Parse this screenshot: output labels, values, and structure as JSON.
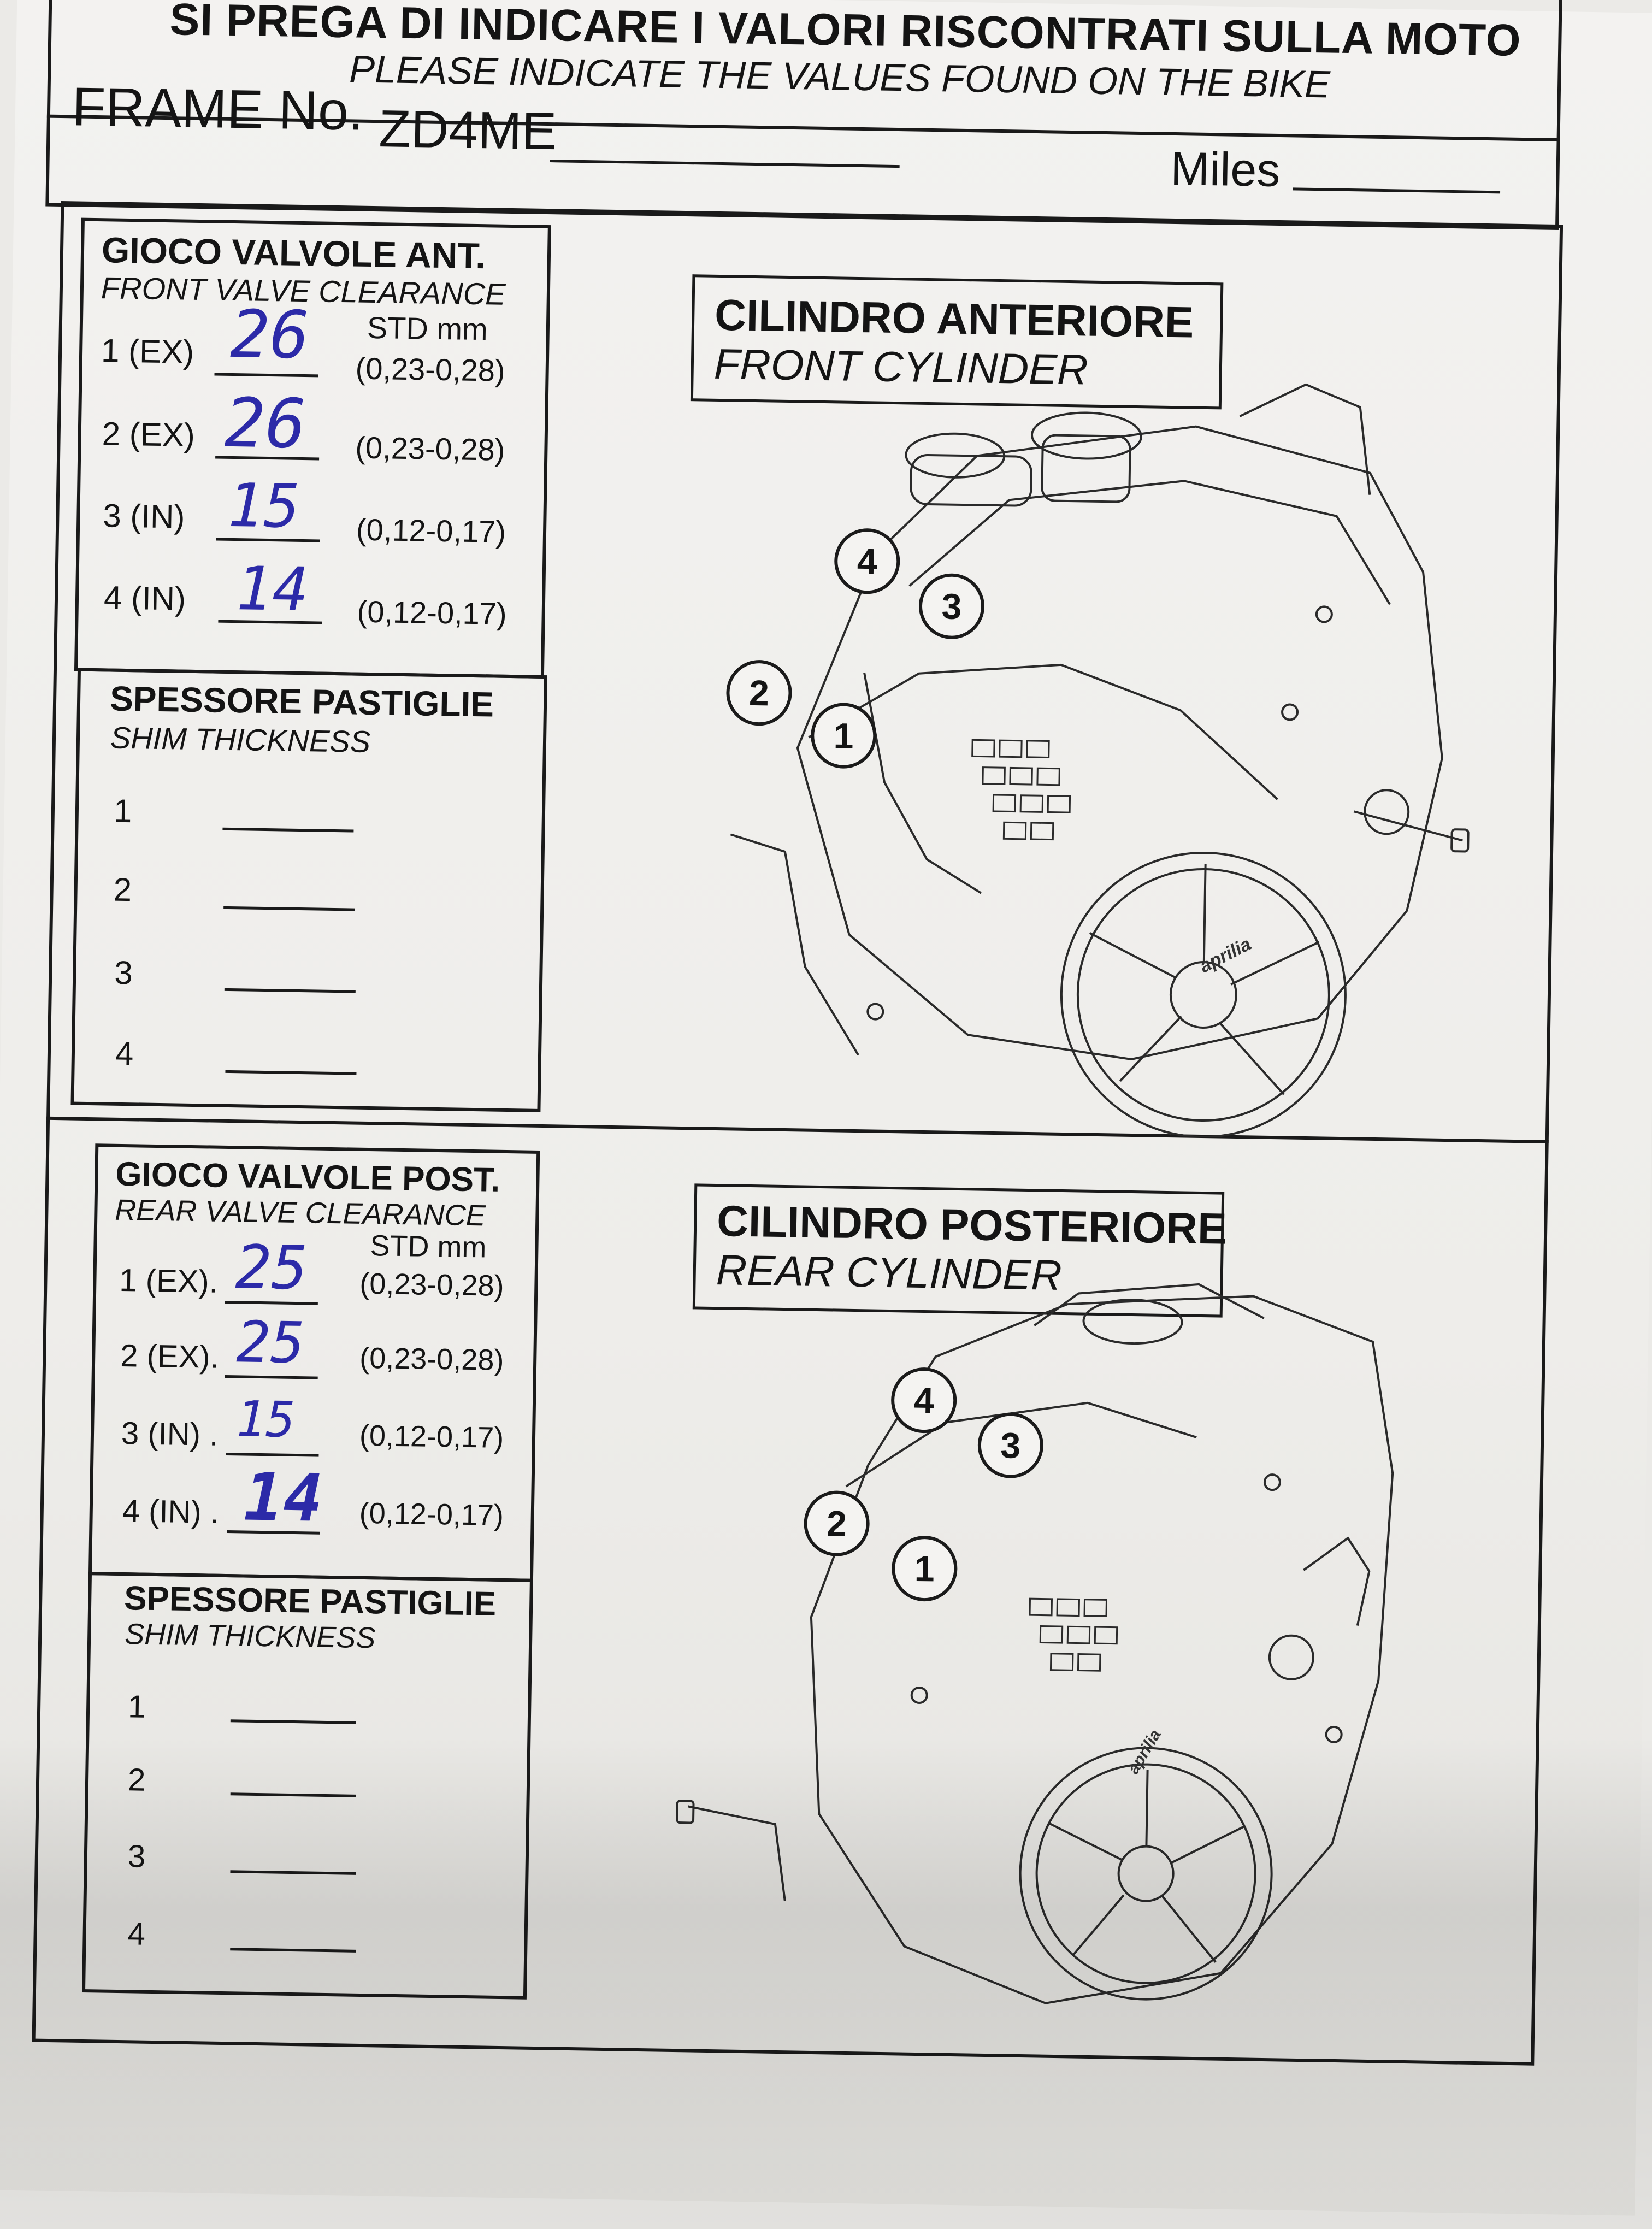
{
  "header": {
    "title_it": "SI PREGA DI INDICARE I VALORI RISCONTRATI SULLA MOTO",
    "title_en": "PLEASE INDICATE THE VALUES FOUND ON THE BIKE",
    "frame_label": "FRAME No.",
    "frame_value": "ZD4ME",
    "miles_label": "Miles"
  },
  "front": {
    "title_it": "GIOCO VALVOLE ANT.",
    "title_en": "FRONT VALVE CLEARANCE",
    "std_label": "STD mm",
    "rows": [
      {
        "label": "1 (EX)",
        "value": "26",
        "std": "(0,23-0,28)"
      },
      {
        "label": "2 (EX)",
        "value": "26",
        "std": "(0,23-0,28)"
      },
      {
        "label": "3 (IN)",
        "value": "15",
        "std": "(0,12-0,17)"
      },
      {
        "label": "4 (IN)",
        "value": "14",
        "std": "(0,12-0,17)"
      }
    ],
    "shim_title_it": "SPESSORE PASTIGLIE",
    "shim_title_en": "SHIM THICKNESS",
    "shim_rows": [
      "1",
      "2",
      "3",
      "4"
    ],
    "cylinder_it": "CILINDRO ANTERIORE",
    "cylinder_en": "FRONT CYLINDER",
    "brand": "aprilia"
  },
  "rear": {
    "title_it": "GIOCO VALVOLE POST.",
    "title_en": "REAR VALVE CLEARANCE",
    "std_label": "STD mm",
    "rows": [
      {
        "label": "1 (EX).",
        "value": "25",
        "std": "(0,23-0,28)"
      },
      {
        "label": "2 (EX).",
        "value": "25",
        "std": "(0,23-0,28)"
      },
      {
        "label": "3 (IN) .",
        "value": "15",
        "std": "(0,12-0,17)"
      },
      {
        "label": "4 (IN) .",
        "value": "14",
        "std": "(0,12-0,17)"
      }
    ],
    "shim_title_it": "SPESSORE PASTIGLIE",
    "shim_title_en": "SHIM THICKNESS",
    "shim_rows": [
      "1",
      "2",
      "3",
      "4"
    ],
    "cylinder_it": "CILINDRO POSTERIORE",
    "cylinder_en": "REAR CYLINDER",
    "brand": "aprilia"
  },
  "engine_markers": [
    "1",
    "2",
    "3",
    "4"
  ]
}
